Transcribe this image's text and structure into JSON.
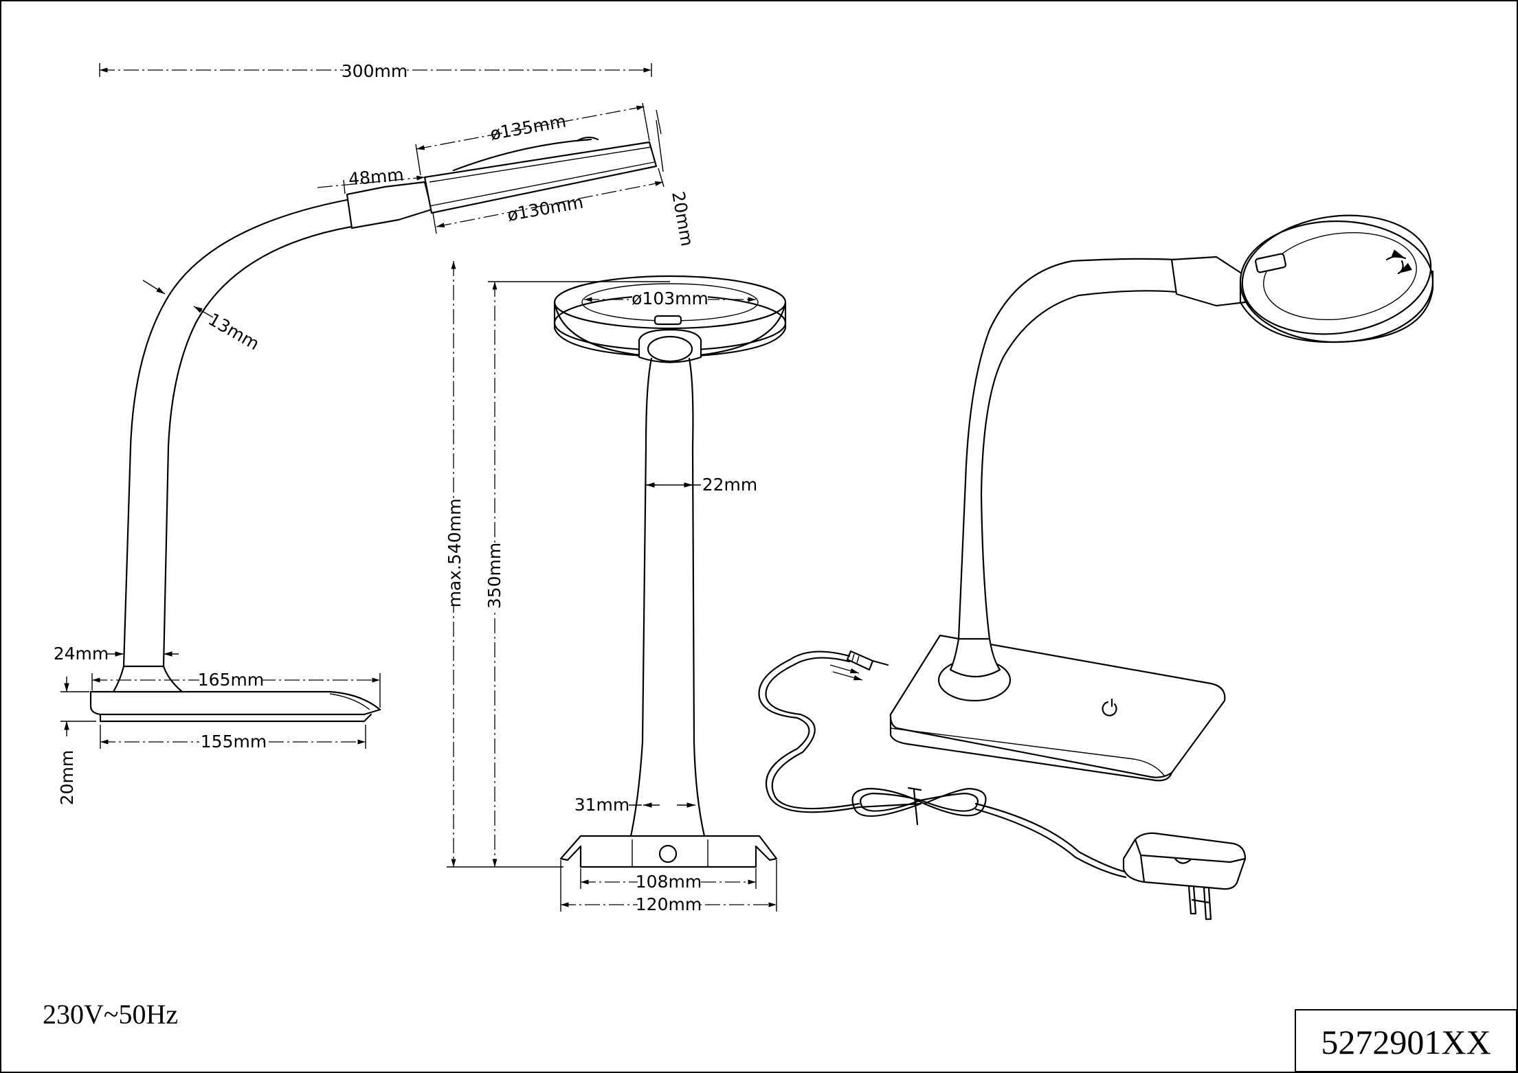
{
  "dimensions": {
    "total_width": "300mm",
    "head_outer_diameter": "ø135mm",
    "head_inner_diameter": "ø130mm",
    "neck_length": "48mm",
    "head_height": "20mm",
    "arm_thickness": "13mm",
    "stem_base_width": "24mm",
    "base_top_length": "165mm",
    "base_bottom_length": "155mm",
    "base_height": "20mm",
    "max_height": "max.540mm",
    "height": "350mm",
    "front_head_diameter": "ø103mm",
    "stem_width": "22mm",
    "stem_bottom_width": "31mm",
    "base_inner_width": "108mm",
    "base_width": "120mm"
  },
  "specs": {
    "voltage": "230V~50Hz"
  },
  "model": {
    "number": "5272901XX"
  }
}
